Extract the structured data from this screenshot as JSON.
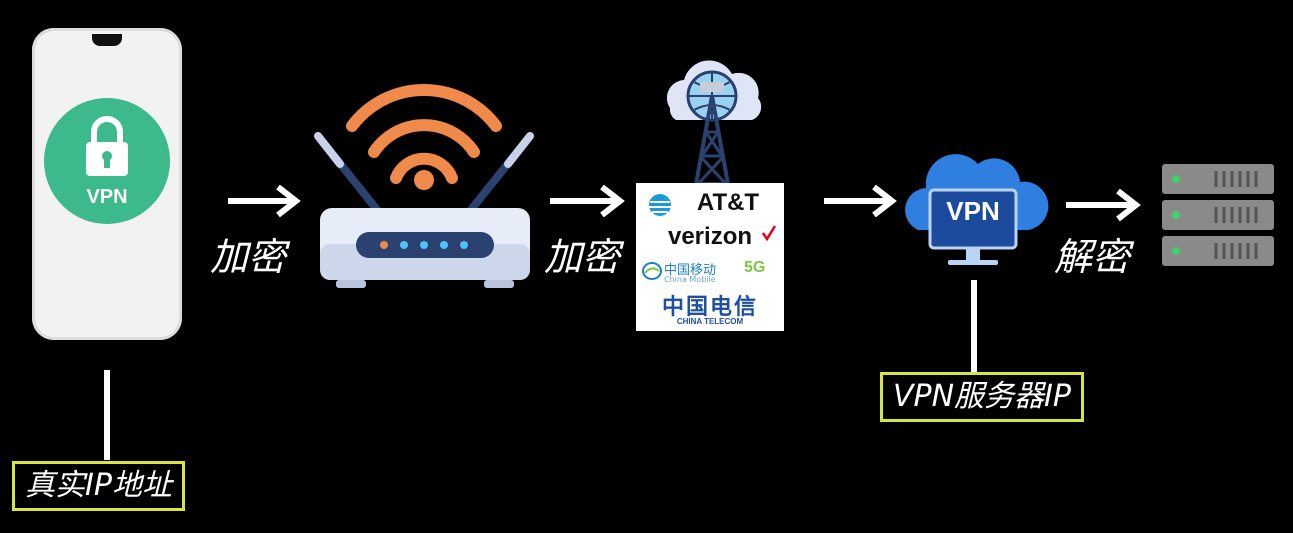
{
  "phone": {
    "badge_label": "VPN"
  },
  "steps": {
    "encrypt_1": "加密",
    "encrypt_2": "加密",
    "decrypt": "解密"
  },
  "carriers": {
    "att": "AT&T",
    "verizon": "verizon",
    "china_mobile": "中国移动",
    "china_mobile_en": "China Mobile",
    "five_g": "5G",
    "china_telecom": "中国电信",
    "china_telecom_en": "CHINA TELECOM"
  },
  "vpn_cloud": {
    "label": "VPN"
  },
  "labels": {
    "real_ip": "真实IP地址",
    "vpn_server_ip": "VPN服务器IP"
  },
  "colors": {
    "vpn_green": "#3dba8b",
    "wifi_orange": "#f08a4b",
    "cloud_blue": "#2f7fe0",
    "tag_border": "#d8e63c"
  }
}
